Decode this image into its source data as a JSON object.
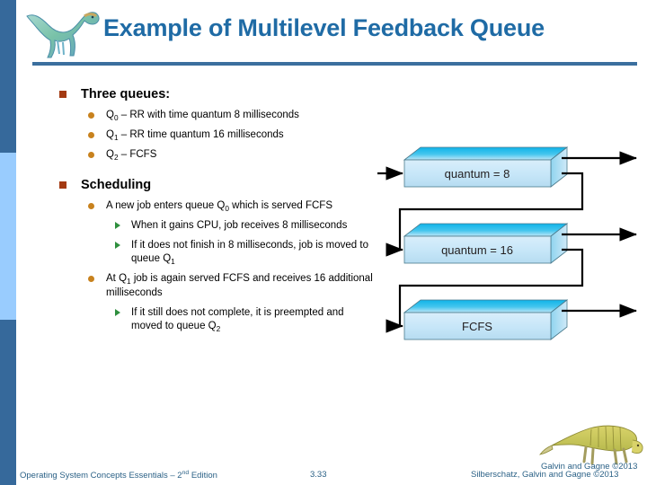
{
  "slide": {
    "title": "Example of Multilevel Feedback Queue",
    "logo_icon": "theropod-dinosaur-icon",
    "mascot_icon": "dimetrodon-icon"
  },
  "content": {
    "section1": {
      "heading": "Three queues:",
      "bullets": [
        "Q0 – RR with time quantum 8 milliseconds",
        "Q1 – RR time quantum 16 milliseconds",
        "Q2 – FCFS"
      ],
      "bullet_parts": [
        {
          "pre": "Q",
          "sub": "0",
          "post": " – RR with time quantum 8 milliseconds"
        },
        {
          "pre": "Q",
          "sub": "1",
          "post": " – RR time quantum 16 milliseconds"
        },
        {
          "pre": "Q",
          "sub": "2",
          "post": " – FCFS"
        }
      ]
    },
    "section2": {
      "heading": "Scheduling",
      "item1": {
        "pre": "A new job enters queue ",
        "sub_base": "Q",
        "sub": "0",
        "post": " which is served FCFS"
      },
      "item1_subs": [
        {
          "text": "When it gains CPU, job receives 8 milliseconds"
        },
        {
          "pre": "If it does not finish in 8 milliseconds, job is moved to queue ",
          "sub_base": "Q",
          "sub": "1",
          "post": ""
        }
      ],
      "item2": {
        "pre": "At ",
        "sub_base": "Q",
        "sub": "1",
        "post": " job is again served FCFS and receives 16 additional milliseconds"
      },
      "item2_subs": [
        {
          "pre": "If it still does not complete, it is preempted and moved to queue ",
          "sub_base": "Q",
          "sub": "2",
          "post": ""
        }
      ]
    }
  },
  "diagram": {
    "type": "flow",
    "queues": [
      {
        "label": "quantum = 8",
        "level": 0
      },
      {
        "label": "quantum = 16",
        "level": 1
      },
      {
        "label": "FCFS",
        "level": 2
      }
    ],
    "box_fill_top": "#29b6e8",
    "box_fill_front": "#cfe8f7",
    "box_fill_side": "#7fcbe8",
    "arrow_color": "#000000"
  },
  "footer": {
    "left_pre": "Operating System Concepts Essentials – 2",
    "left_sup": "nd",
    "left_post": " Edition",
    "page": "3.33",
    "right": "Silberschatz, Galvin and Gagne ©2013",
    "mascot_caption": "Galvin and Gagne ©2013",
    "text_color": "#2b6186"
  },
  "theme": {
    "rail_dark": "#36699b",
    "rail_light": "#99ccfe",
    "title_color": "#1f6ba5",
    "rule_color": "#3b6f9e",
    "square_bullet": "#a33a12",
    "dot_bullet": "#c8821e",
    "tri_bullet": "#2f8f3e"
  }
}
